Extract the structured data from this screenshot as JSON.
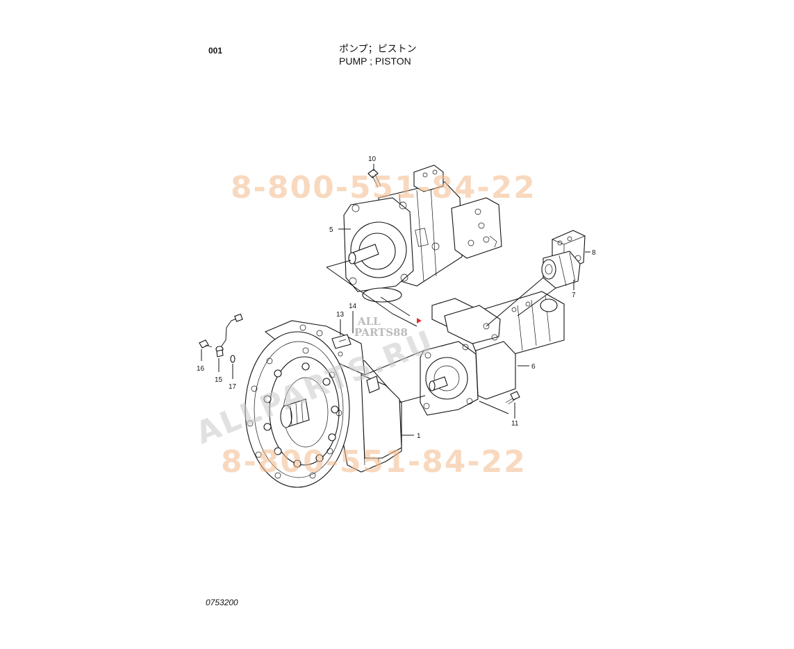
{
  "header": {
    "page_number": "001",
    "title_jp": "ポンプ；ピストン",
    "title_en": "PUMP  ; PISTON"
  },
  "footer": {
    "drawing_code": "0753200"
  },
  "callouts": {
    "c1": "1",
    "c5": "5",
    "c6": "6",
    "c7": "7",
    "c8": "8",
    "c10": "10",
    "c11": "11",
    "c13": "13",
    "c14": "14",
    "c15": "15",
    "c16": "16",
    "c17": "17"
  },
  "watermarks": {
    "phone_top": "8-800-551-84-22",
    "phone_bottom": "8-800-551-84-22",
    "site": "ALLPARTS.RU",
    "logo_line1": "ALL",
    "logo_line2": "PARTS88"
  },
  "colors": {
    "watermark_phone": "#f2b98a",
    "watermark_site": "#c8c8c8",
    "line": "#111111",
    "marker": "#e23030"
  }
}
